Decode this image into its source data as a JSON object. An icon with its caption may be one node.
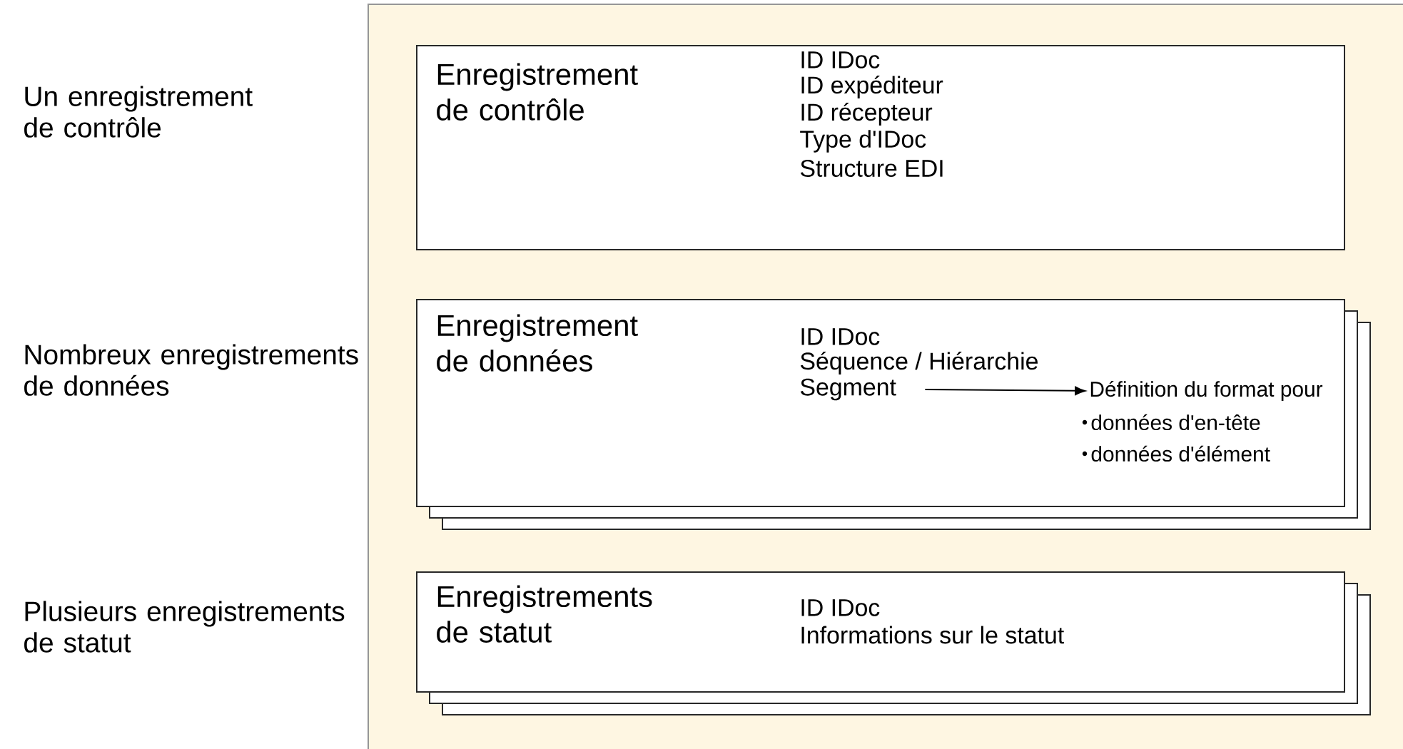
{
  "diagram": {
    "nodes": [
      {
        "text": [],
        "shape": "box"
      },
      {
        "text": [
          "Enregistrement de contrôle",
          "ID IDoc",
          "ID expéditeur",
          "ID récepteur",
          "Type d'IDoc",
          "Structure EDI"
        ],
        "in": 0
      },
      {
        "text": [
          "Enregistrement de données",
          "ID IDoc",
          "Séquence / Hiérarchie"
        ],
        "in": 0
      },
      {
        "text": [
          "Segment"
        ],
        "in": 2
      },
      {
        "text": [
          "Définition du format pour",
          "données d'en-tête",
          "données d'élément"
        ],
        "in": 2
      },
      {
        "text": [
          "Enregistrements de statut",
          "ID IDoc",
          "Informations sur le statut"
        ],
        "in": 0
      }
    ],
    "edges": [
      {
        "from": 3,
        "to": 4,
        "arrow": "to"
      }
    ],
    "labels": [
      "Un enregistrement de contrôle",
      "Nombreux enregistrements de données",
      "Plusieurs enregistrements de statut"
    ]
  }
}
